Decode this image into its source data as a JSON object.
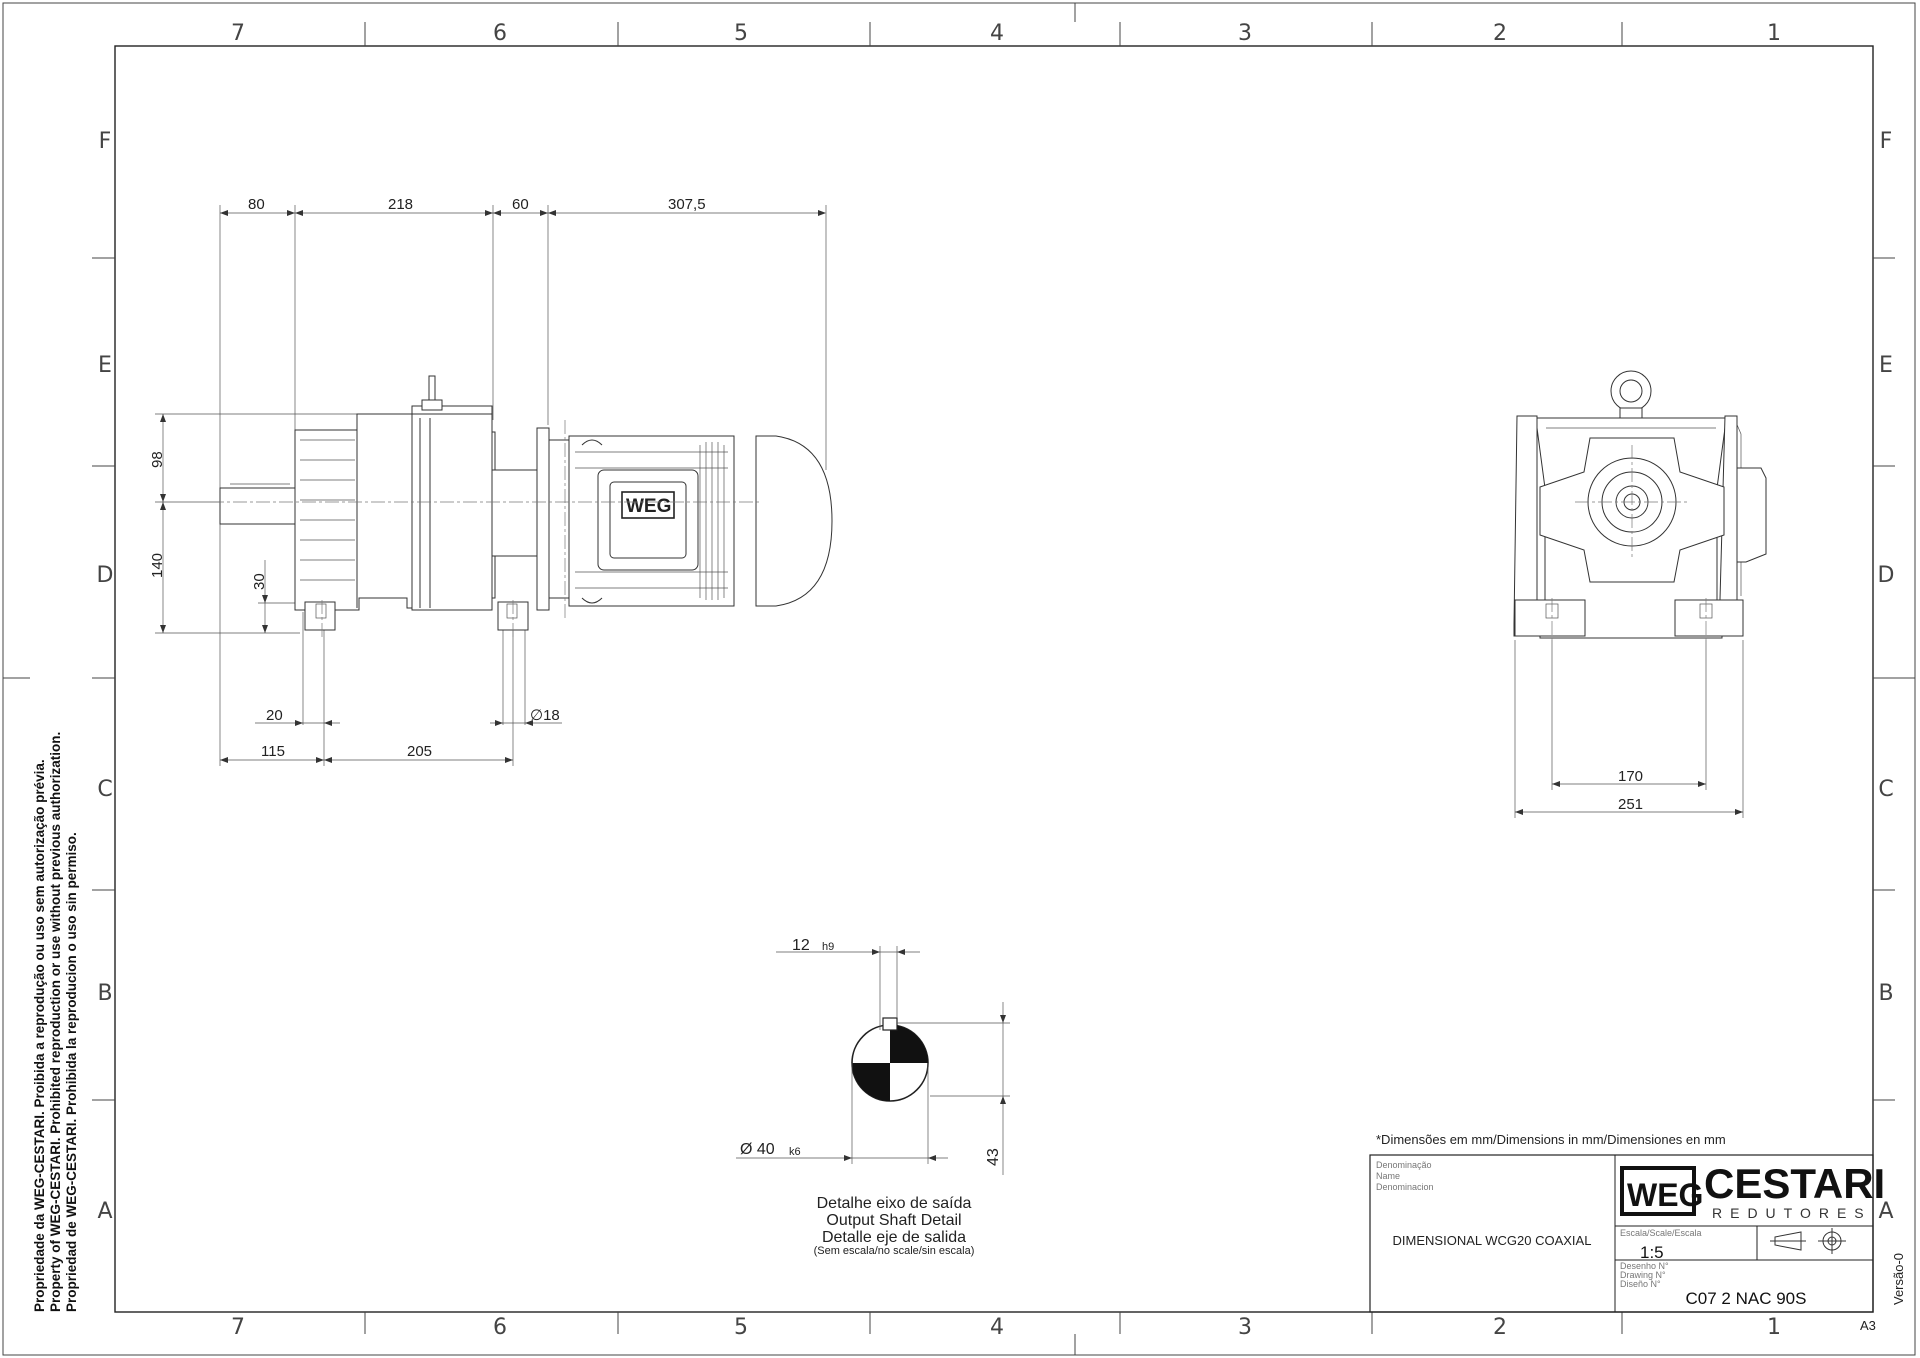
{
  "frame": {
    "columns": [
      "7",
      "6",
      "5",
      "4",
      "3",
      "2",
      "1"
    ],
    "rows": [
      "F",
      "E",
      "D",
      "C",
      "B",
      "A"
    ]
  },
  "ownership_notice": [
    "Propriedade da WEG-CESTARI. Proibida a reprodução ou uso sem autorização prévia.",
    "Property of WEG-CESTARI. Prohibited reproduction or use without previous authorization.",
    "Propriedad de WEG-CESTARI. Prohibida la reproducion o uso sin permiso."
  ],
  "side_view": {
    "dims_top": [
      "80",
      "218",
      "60",
      "307,5"
    ],
    "dims_left": [
      "98",
      "140",
      "30"
    ],
    "dims_bottom": [
      "20",
      "115",
      "205"
    ],
    "hole_dim": "∅18",
    "motor_logo": "WEG"
  },
  "front_view": {
    "dims": [
      "170",
      "251"
    ]
  },
  "shaft_detail": {
    "key_width": "12",
    "key_tol": "h9",
    "diameter": "Ø 40",
    "diameter_tol": "k6",
    "height": "43",
    "caption": [
      "Detalhe eixo de saída",
      "Output Shaft Detail",
      "Detalle eje de salida"
    ],
    "caption_note": "(Sem escala/no scale/sin escala)"
  },
  "units_note": "*Dimensões em mm/Dimensions in mm/Dimensiones en mm",
  "title_block": {
    "name_labels": [
      "Denominação",
      "Name",
      "Denominacion"
    ],
    "title": "DIMENSIONAL WCG20 COAXIAL",
    "brand": "CESTARI",
    "brand_sub": "REDUTORES",
    "logo": "WEG",
    "scale_label": "Escala/Scale/Escala",
    "scale": "1:5",
    "drawing_labels": [
      "Desenho N°",
      "Drawing N°",
      "Diseño N°"
    ],
    "drawing_no": "C07 2 NAC 90S",
    "version": "Versão-0",
    "sheet_size": "A3"
  }
}
